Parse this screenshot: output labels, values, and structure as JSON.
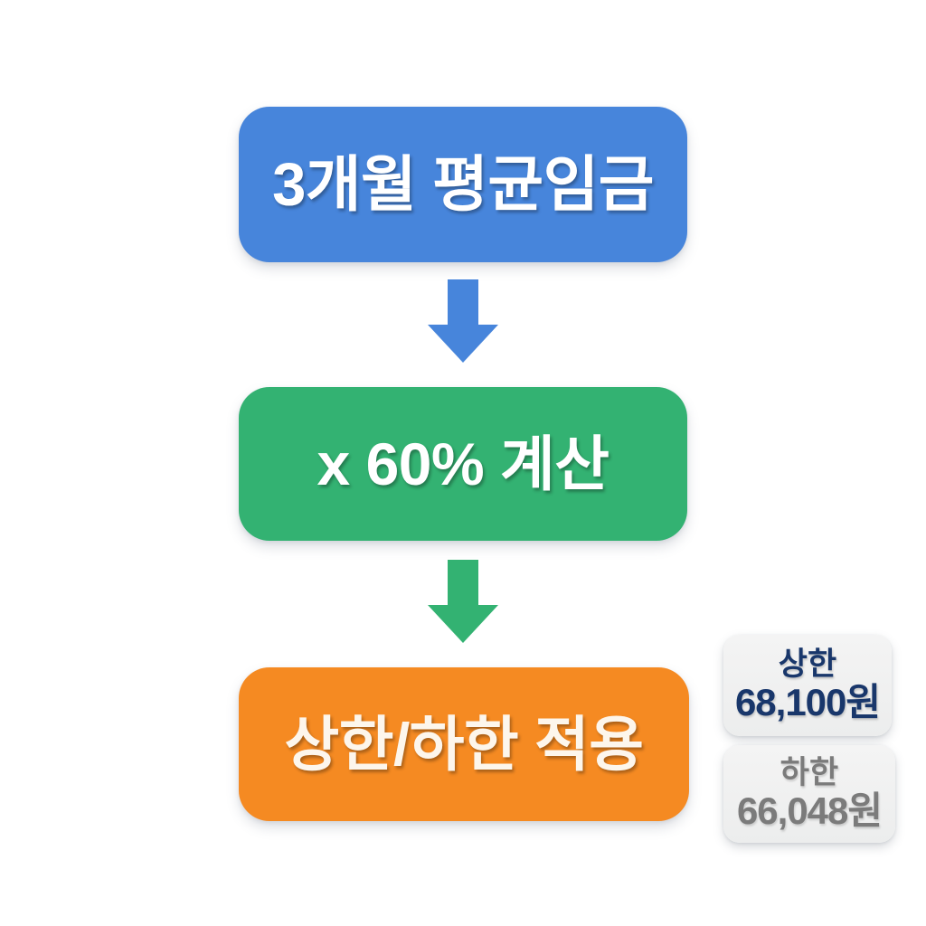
{
  "diagram": {
    "background_color": "#ffffff",
    "steps": [
      {
        "id": "average-wage",
        "label": "3개월 평균임금",
        "color": "#4785db",
        "text_color": "#ffffff"
      },
      {
        "id": "sixty-percent",
        "label": "x 60% 계산",
        "color": "#33b272",
        "text_color": "#ffffff"
      },
      {
        "id": "cap-floor",
        "label": "상한/하한 적용",
        "color": "#f58a22",
        "text_color": "#fdf6ec"
      }
    ],
    "connectors": [
      {
        "id": "arrow-one",
        "icon": "arrow-down-icon",
        "color": "#4785db"
      },
      {
        "id": "arrow-two",
        "icon": "arrow-down-icon",
        "color": "#33b272"
      }
    ],
    "badges": [
      {
        "id": "upper-limit",
        "title": "상한",
        "amount": "68,100원",
        "text_color": "#19376b",
        "background_color": "#f0f1f1"
      },
      {
        "id": "lower-limit",
        "title": "하한",
        "amount": "66,048원",
        "text_color": "#7b7b7b",
        "background_color": "#eceded"
      }
    ]
  }
}
